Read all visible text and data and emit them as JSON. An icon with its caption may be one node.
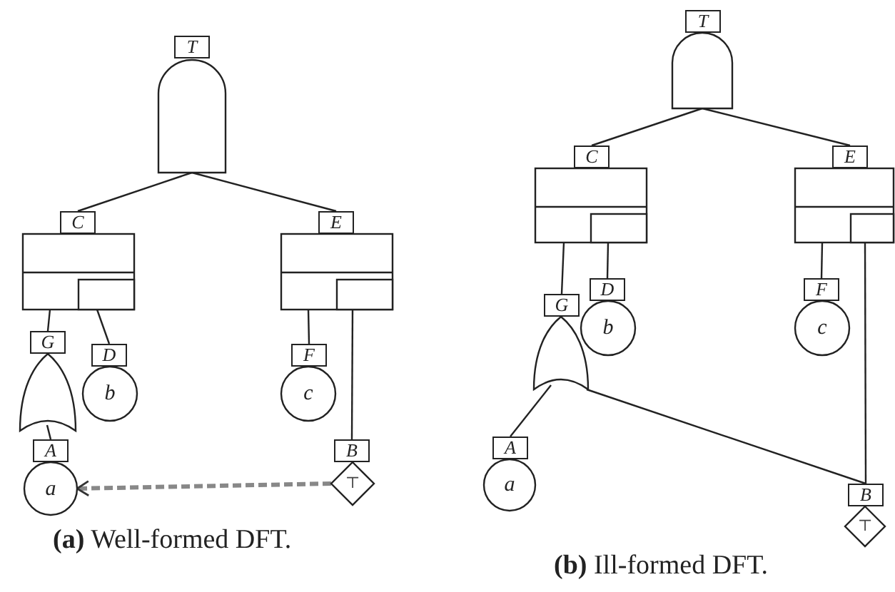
{
  "diagram": {
    "nodes": [
      {
        "text": [
          "T"
        ]
      },
      {
        "text": [
          "C"
        ]
      },
      {
        "text": [
          "E"
        ]
      },
      {
        "text": [
          "G"
        ]
      },
      {
        "text": [
          "D",
          "b"
        ]
      },
      {
        "text": [
          "F",
          "c"
        ]
      },
      {
        "text": [
          "A",
          "a"
        ]
      },
      {
        "text": [
          "B",
          "⊤"
        ]
      },
      {
        "text": [
          "T"
        ]
      },
      {
        "text": [
          "C"
        ]
      },
      {
        "text": [
          "E"
        ]
      },
      {
        "text": [
          "G"
        ]
      },
      {
        "text": [
          "D",
          "b"
        ]
      },
      {
        "text": [
          "F",
          "c"
        ]
      },
      {
        "text": [
          "A",
          "a"
        ]
      },
      {
        "text": [
          "B",
          "⊤"
        ]
      }
    ],
    "edges": [
      {
        "from": 0,
        "to": 1,
        "arrow": "none"
      },
      {
        "from": 0,
        "to": 2,
        "arrow": "none"
      },
      {
        "from": 1,
        "to": 3,
        "arrow": "none"
      },
      {
        "from": 1,
        "to": 4,
        "arrow": "none"
      },
      {
        "from": 2,
        "to": 5,
        "arrow": "none"
      },
      {
        "from": 2,
        "to": 7,
        "arrow": "none"
      },
      {
        "from": 3,
        "to": 6,
        "arrow": "none"
      },
      {
        "from": 7,
        "to": 6,
        "arrow": "to",
        "style": "dashed"
      },
      {
        "from": 8,
        "to": 9,
        "arrow": "none"
      },
      {
        "from": 8,
        "to": 10,
        "arrow": "none"
      },
      {
        "from": 9,
        "to": 11,
        "arrow": "none"
      },
      {
        "from": 9,
        "to": 12,
        "arrow": "none"
      },
      {
        "from": 10,
        "to": 13,
        "arrow": "none"
      },
      {
        "from": 10,
        "to": 15,
        "arrow": "none"
      },
      {
        "from": 11,
        "to": 14,
        "arrow": "none"
      },
      {
        "from": 11,
        "to": 15,
        "arrow": "none"
      }
    ],
    "labels": [
      "**(a)** Well-formed DFT.",
      "**(b)** Ill-formed DFT."
    ]
  }
}
